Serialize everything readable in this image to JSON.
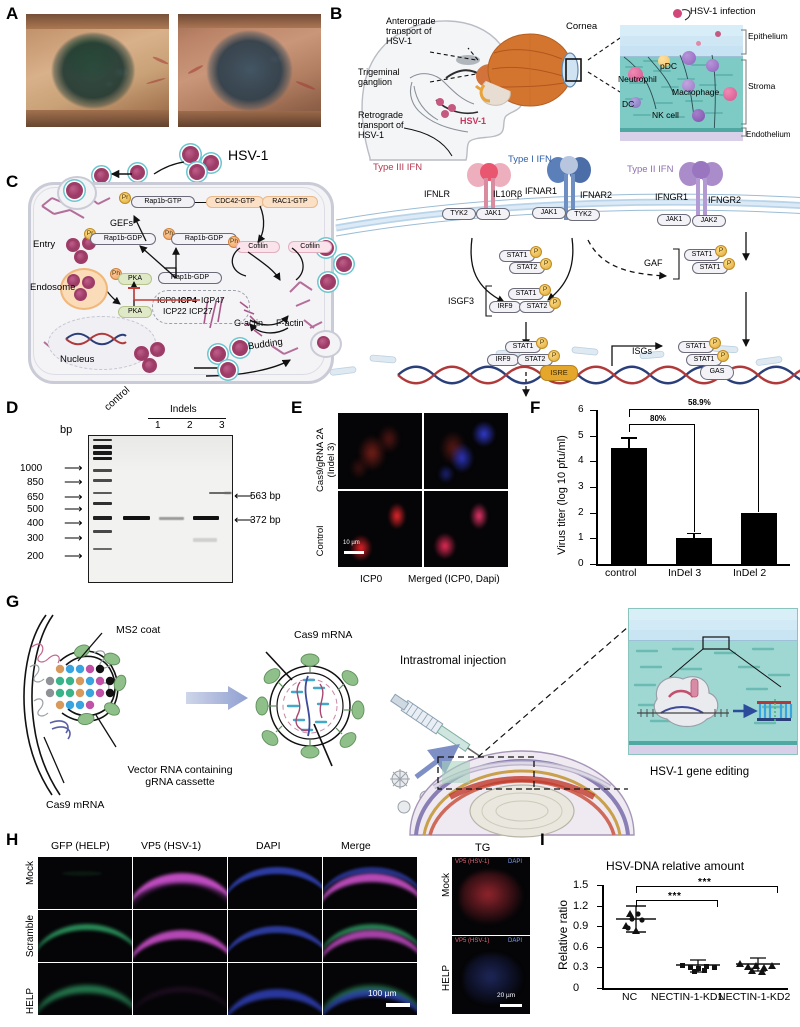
{
  "figure": {
    "panels": [
      "A",
      "B",
      "C",
      "D",
      "E",
      "F",
      "G",
      "H",
      "I"
    ]
  },
  "panel_a": {
    "label": "A",
    "images": [
      {
        "name": "fluorescein-stained-cornea-left"
      },
      {
        "name": "opacified-cornea-right"
      }
    ]
  },
  "panel_b": {
    "label": "B",
    "head_labels": {
      "anterograde": "Anterograde\ntransport of\nHSV-1",
      "trigeminal": "Trigeminal\nganglion",
      "retrograde": "Retrograde\ntransport of\nHSV-1",
      "virus": "HSV-1"
    },
    "eye_label": "Cornea",
    "cornea_inset": {
      "title": "HSV-1 infection",
      "layers": [
        "Epithelium",
        "Stroma",
        "Endothelium"
      ],
      "cells": [
        "pDC",
        "Neutrophil",
        "Macrophage",
        "DC",
        "NK cell"
      ]
    },
    "ifn": {
      "type3": "Type III IFN",
      "type1": "Type I IFN",
      "type2": "Type II IFN",
      "receptors": [
        "IFNLR",
        "IL10Rβ",
        "IFNAR1",
        "IFNAR2",
        "IFNGR1",
        "IFNGR2"
      ],
      "kinases_left": [
        "TYK2",
        "JAK1"
      ],
      "kinases_mid": [
        "JAK1",
        "TYK2"
      ],
      "kinases_right": [
        "JAK1",
        "JAK2"
      ],
      "complex_stat12": [
        "STAT1",
        "STAT2"
      ],
      "isgf3_label": "ISGF3",
      "isgf3_parts": [
        "STAT1",
        "IRF9",
        "STAT2"
      ],
      "gaf_label": "GAF",
      "gaf_parts": [
        "STAT1",
        "STAT1"
      ],
      "dna_isgf3": [
        "STAT1",
        "IRF9",
        "STAT2"
      ],
      "dna_gaf": [
        "STAT1",
        "STAT1"
      ],
      "isre": "ISRE",
      "gas": "GAS",
      "isgs": "ISGs",
      "phospho_badge": "P"
    }
  },
  "panel_c": {
    "label": "C",
    "virus_title": "HSV-1",
    "nodes": {
      "entry": "Entry",
      "endosome": "Endosome",
      "nucleus": "Nucleus",
      "budding": "Budding",
      "gefs": "GEFs",
      "rap1b_gtp": "Rap1b-GTP",
      "cdc42": "CDC42-GTP",
      "rac1": "RAC1-GTP",
      "rap1b_gdp_pr": "Rap1b-GDP",
      "rap1b_gdp_ph": "Rap1b-GDP",
      "rap1b_gdp": "Rap1b-GDP",
      "pka_ph": "PKA",
      "pka": "PKA",
      "cofilin_ph": "Cofilin",
      "cofilin": "Cofilin",
      "g_actin": "G-actin",
      "f_actin": "F-actin",
      "icp_line1_a": "ICP0",
      "icp_line1_b": "ICP4",
      "icp_line1_c": "ICP47",
      "icp_line2": "ICP22 ICP27",
      "tag_pr": "Pr",
      "tag_ph": "Ph"
    }
  },
  "panel_d": {
    "label": "D",
    "axis_title": "bp",
    "lane_labels": [
      "control",
      "1",
      "2",
      "3"
    ],
    "group_label": "Indels",
    "ladder": [
      "1000",
      "850",
      "650",
      "500",
      "400",
      "300",
      "200"
    ],
    "annotations": [
      {
        "text": "563 bp"
      },
      {
        "text": "372 bp"
      }
    ]
  },
  "panel_e": {
    "label": "E",
    "row_labels": [
      "Cas9/gRNA 2A\n(Indel 3)",
      "Control"
    ],
    "column_labels": [
      "ICP0",
      "Merged (ICP0, Dapi)"
    ],
    "scale_bar": "10 µm"
  },
  "panel_f": {
    "label": "F",
    "chart_data": {
      "type": "bar",
      "title": "",
      "xlabel": "",
      "ylabel": "Virus titer (log 10 pfu/ml)",
      "categories": [
        "control",
        "InDel 3",
        "InDel 2"
      ],
      "values": [
        4.5,
        1.0,
        2.0
      ],
      "errors": [
        0.45,
        0.05,
        0.0
      ],
      "ylim": [
        0,
        6
      ],
      "yticks": [
        0,
        1,
        2,
        3,
        4,
        5,
        6
      ],
      "grid": false,
      "annotations": [
        {
          "text": "58.9%",
          "from": "control",
          "to": "InDel 2"
        },
        {
          "text": "80%",
          "from": "control",
          "to": "InDel 3"
        }
      ]
    }
  },
  "panel_g": {
    "label": "G",
    "labels": {
      "ms2": "MS2 coat",
      "cas9_top": "Cas9 mRNA",
      "cas9_bottom": "Cas9 mRNA",
      "vector": "Vector RNA containing\ngRNA cassette",
      "injection": "Intrastromal injection",
      "editing": "HSV-1 gene editing"
    }
  },
  "panel_h": {
    "label": "H",
    "column_labels": [
      "GFP (HELP)",
      "VP5 (HSV-1)",
      "DAPI",
      "Merge"
    ],
    "row_labels": [
      "Mock",
      "Scramble",
      "HELP"
    ],
    "scale_bar": "100 µm",
    "tg": {
      "title": "TG",
      "row_labels": [
        "Mock",
        "HELP"
      ],
      "overlay_left": "VP5 (HSV-1)",
      "overlay_right": "DAPI",
      "scale_bar": "20 µm"
    }
  },
  "panel_i": {
    "label": "I",
    "chart_data": {
      "type": "scatter",
      "title": "HSV-DNA relative amount",
      "xlabel": "",
      "ylabel": "Relative ratio",
      "categories": [
        "NC",
        "NECTIN-1-KD1",
        "NECTIN-1-KD2"
      ],
      "ylim": [
        0.0,
        1.5
      ],
      "yticks": [
        0.0,
        0.3,
        0.6,
        0.9,
        1.2,
        1.5
      ],
      "grid": false,
      "series": [
        {
          "name": "NC",
          "values": [
            1.15,
            1.08,
            1.0,
            0.95,
            0.93,
            1.0,
            0.9
          ],
          "mean": 1.0,
          "sd": 0.11
        },
        {
          "name": "NECTIN-1-KD1",
          "values": [
            0.35,
            0.33,
            0.32,
            0.3,
            0.34,
            0.33,
            0.34
          ],
          "mean": 0.33,
          "sd": 0.02
        },
        {
          "name": "NECTIN-1-KD2",
          "values": [
            0.37,
            0.35,
            0.34,
            0.33,
            0.36,
            0.35,
            0.36
          ],
          "mean": 0.35,
          "sd": 0.02
        }
      ],
      "annotations": [
        {
          "text": "***",
          "from": "NC",
          "to": "NECTIN-1-KD2"
        },
        {
          "text": "***",
          "from": "NC",
          "to": "NECTIN-1-KD1"
        }
      ]
    }
  },
  "colors": {
    "type1_ifn": "#2f5fa8",
    "type2_ifn": "#8e6fb0",
    "type3_ifn": "#b5394f",
    "hsv1_red": "#c8365f",
    "virion": "#9e3c68",
    "stroma": "#7ecac4",
    "epithelium": "#cfe8f5",
    "isre": "#e4a72c",
    "membrane": "#cfe2f1"
  }
}
